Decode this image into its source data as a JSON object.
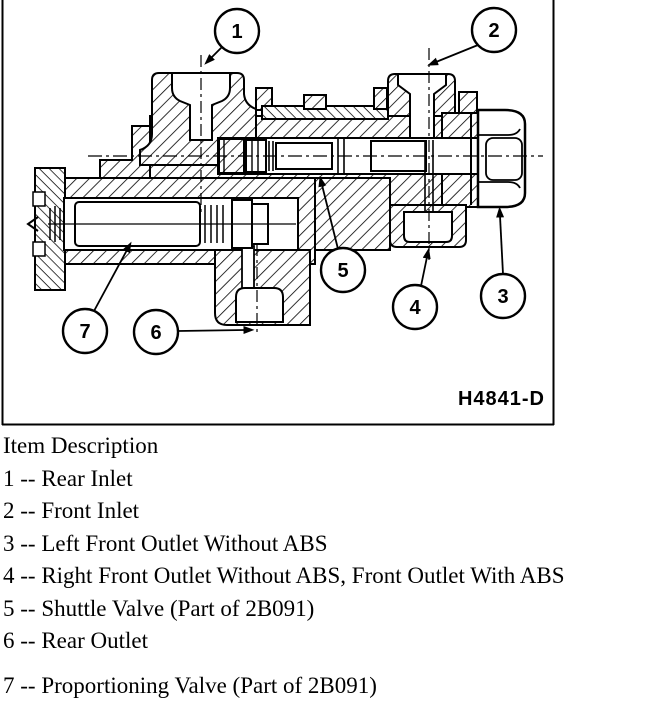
{
  "figure": {
    "id_label": "H4841-D",
    "type": "cross-section technical illustration of master cylinder / brake valve body",
    "callouts": [
      {
        "label": "1"
      },
      {
        "label": "2"
      },
      {
        "label": "3"
      },
      {
        "label": "4"
      },
      {
        "label": "5"
      },
      {
        "label": "6"
      },
      {
        "label": "7"
      }
    ]
  },
  "legend": {
    "header": "Item Description",
    "dash": "--",
    "items": [
      {
        "number": "1",
        "description": "Rear Inlet"
      },
      {
        "number": "2",
        "description": "Front Inlet"
      },
      {
        "number": "3",
        "description": "Left Front Outlet Without ABS"
      },
      {
        "number": "4",
        "description": "Right Front Outlet Without ABS, Front Outlet With ABS"
      },
      {
        "number": "5",
        "description": "Shuttle Valve (Part of 2B091)"
      },
      {
        "number": "6",
        "description": "Rear Outlet"
      },
      {
        "number": "7",
        "description": "Proportioning Valve (Part of 2B091)"
      }
    ]
  },
  "colors": {
    "line": "#000000",
    "background": "#ffffff"
  }
}
